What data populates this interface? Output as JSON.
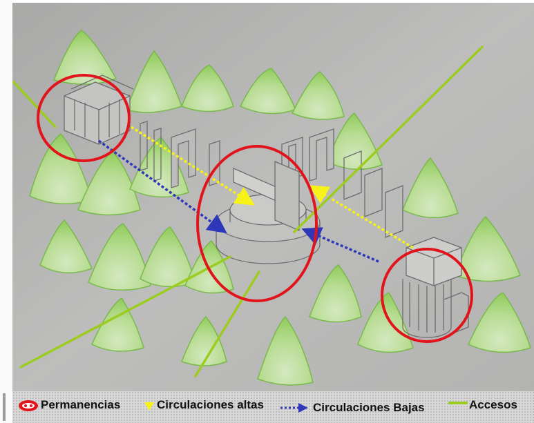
{
  "colors": {
    "paper": "#b7b7b6",
    "tree_fill": "#a7d77a",
    "tree_edge": "#78b84a",
    "building_line": "#6d6d6d",
    "permanencia": "#e0141a",
    "circ_alta": "#f6f21a",
    "circ_baja": "#2e37b8",
    "acceso": "#9ccc1d",
    "legend_bg": "#d8d8d8"
  },
  "legend": {
    "permanencias": "Permanencias",
    "circulaciones_altas": "Circulaciones altas",
    "circulaciones_bajas": "Circulaciones Bajas",
    "accesos": "Accesos"
  },
  "icons": [
    "permanencias-swatch-icon",
    "circulaciones-altas-arrow-icon",
    "circulaciones-bajas-arrow-icon",
    "accesos-line-icon"
  ]
}
